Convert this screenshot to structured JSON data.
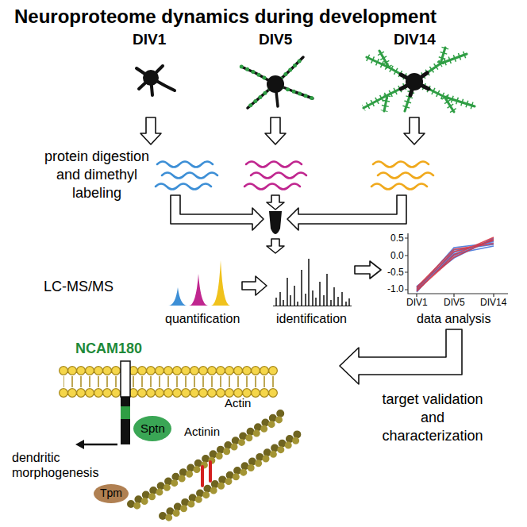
{
  "diagram": {
    "title": "Neuroproteome dynamics during development",
    "labels": [
      "DIV1",
      "DIV5",
      "DIV14",
      "protein digestion and dimethyl labeling",
      "LC-MS/MS",
      "quantification",
      "identification",
      "data analysis",
      "0.5",
      "0.0",
      "-0.5",
      "-1.0",
      "DIV1",
      "DIV5",
      "DIV14",
      "NCAM180",
      "Sptn",
      "Actin",
      "Actinin",
      "Tpm",
      "dendritic morphogenesis",
      "target validation and characterization"
    ]
  }
}
